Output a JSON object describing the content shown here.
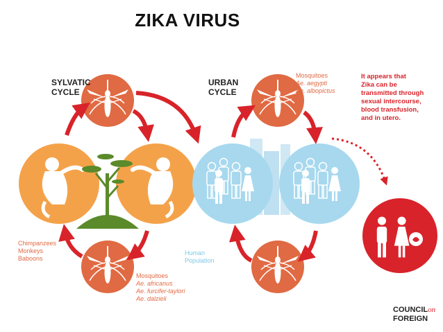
{
  "title": "ZIKA VIRUS",
  "sylvatic": {
    "heading_line1": "SYLVATIC",
    "heading_line2": "CYCLE",
    "hosts": [
      "Chimpanzees",
      "Monkeys",
      "Baboons"
    ],
    "mosquito_heading": "Mosquitoes",
    "mosquito_species": [
      "Ae. africanus",
      "Ae. furcifer-taylori",
      "Ae. dalzieli"
    ]
  },
  "urban": {
    "heading_line1": "URBAN",
    "heading_line2": "CYCLE",
    "mosquito_heading": "Mosquitoes",
    "mosquito_species": [
      "Ae. aegypti",
      "Ae. albopictus"
    ],
    "population_line1": "Human",
    "population_line2": "Population"
  },
  "sexual_transmission_note": [
    "It appears that",
    "Zika can be",
    "transmitted through",
    "sexual intercourse,",
    "blood transfusion,",
    "and in utero."
  ],
  "brand": {
    "line1": "COUNCIL",
    "on": "on",
    "line2": "FOREIGN"
  },
  "colors": {
    "sylvatic_mosquito": "#e06a43",
    "primate": "#f4a24a",
    "human": "#a7d8ee",
    "accent_red": "#d8232a",
    "tree": "#5a8a2a"
  },
  "icons": {
    "mosquito": "mosquito-icon",
    "primate": "monkey-icon",
    "tree": "acacia-tree-icon",
    "humans": "people-group-icon",
    "city": "buildings-icon",
    "pregnancy": "pregnant-woman-icon"
  }
}
